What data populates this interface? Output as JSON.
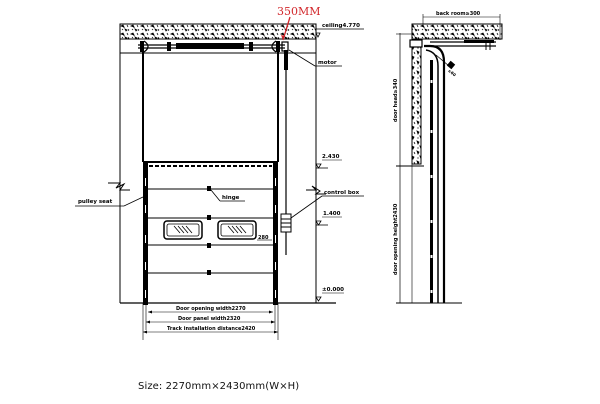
{
  "drawing": {
    "type": "sectional-door-installation-drawing",
    "annotation_red": "350MM",
    "colors": {
      "line": "#000000",
      "annotation": "#d2282c",
      "background": "#ffffff"
    },
    "front_view": {
      "labels": {
        "ceiling": "ceiling4.770",
        "motor": "motor",
        "pulley_seat": "pulley seat",
        "hinge": "hinge",
        "control_box": "control box",
        "window_dim": "280"
      },
      "elevations": {
        "level_2": "2.430",
        "level_1": "1.400",
        "ground": "±0.000"
      },
      "dimensions": {
        "door_opening_width": "Door opening width2270",
        "door_panel_width": "Door panel width2320",
        "track_installation_distance": "Track installation distance2420"
      }
    },
    "side_view": {
      "labels": {
        "back_room": "back room≥300",
        "door_head": "door head≥340",
        "door_opening_height": "door opening height2430",
        "motor_tag": "≤60"
      }
    }
  },
  "caption": {
    "size": "Size: 2270mm×2430mm(W×H)"
  }
}
